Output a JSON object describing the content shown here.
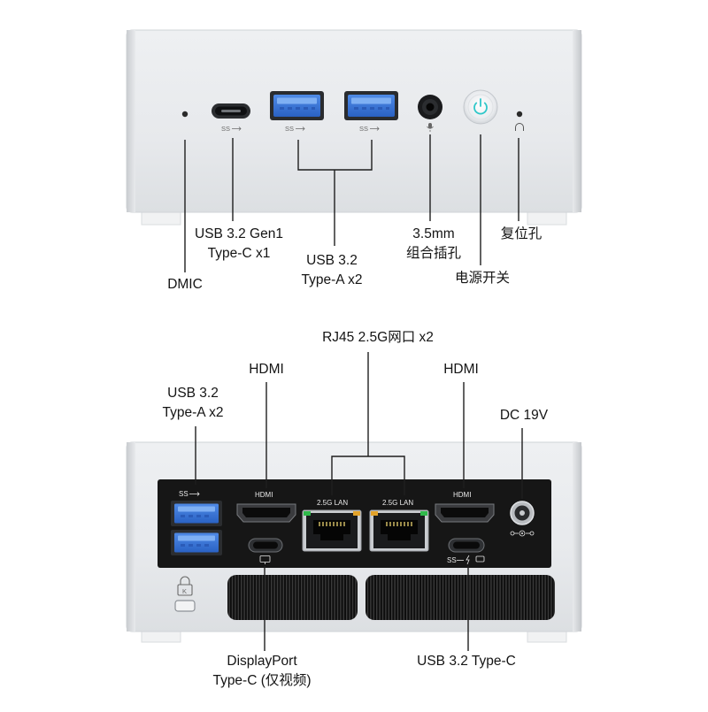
{
  "front": {
    "labels": {
      "usb_c": "USB 3.2 Gen1\nType-C x1",
      "usb_a": "USB 3.2\nType-A x2",
      "audio": "3.5mm\n组合插孔",
      "reset": "复位孔",
      "dmic": "DMIC",
      "power": "电源开关"
    },
    "port_marks": {
      "usb_c": "SS",
      "usb_a_left": "SS",
      "usb_a_right": "SS"
    }
  },
  "rear": {
    "labels": {
      "rj45": "RJ45 2.5G网口 x2",
      "hdmi_left": "HDMI",
      "hdmi_right": "HDMI",
      "usb_a": "USB 3.2\nType-A x2",
      "dc": "DC 19V",
      "displayport": "DisplayPort\nType-C (仅视频)",
      "usb_c": "USB 3.2 Type-C"
    },
    "panel_text": {
      "hdmi_left": "HDMI",
      "hdmi_right": "HDMI",
      "lan_left": "2.5G LAN",
      "lan_right": "2.5G LAN",
      "usb_a_mark": "SS",
      "usb_c_mark": "SS"
    }
  },
  "colors": {
    "usb_blue": "#2f6fd6",
    "power_led": "#2fc7c9",
    "lan_led_green": "#2fb84a",
    "lan_led_amber": "#e2a22a",
    "panel_black": "#161616",
    "chassis_silver": "#e6e8ea"
  },
  "icons": [
    "usb-ss-icon",
    "microphone-icon",
    "headphone-icon",
    "power-icon",
    "kensington-lock-icon",
    "monitor-icon",
    "dc-polarity-icon",
    "thunderbolt-icon"
  ]
}
